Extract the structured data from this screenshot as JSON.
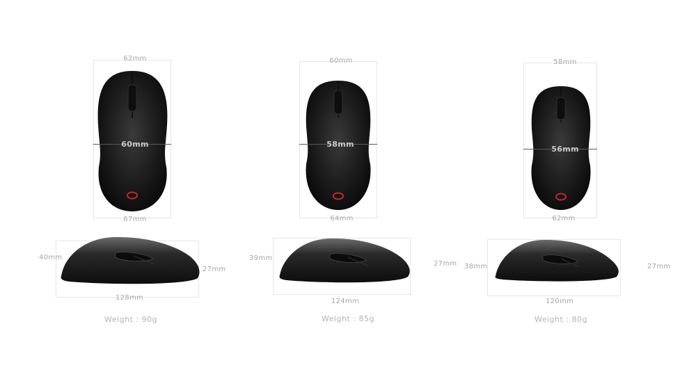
{
  "mice": [
    {
      "top_width": "62mm",
      "grip_width": "60mm",
      "bottom_width": "67mm",
      "front_height": "40mm",
      "rear_height": "27mm",
      "length": "128mm",
      "weight": "Weight : 90g"
    },
    {
      "top_width": "60mm",
      "grip_width": "58mm",
      "bottom_width": "64mm",
      "front_height": "39mm",
      "rear_height": "27mm",
      "length": "124mm",
      "weight": "Weight : 85g"
    },
    {
      "top_width": "58mm",
      "grip_width": "56mm",
      "bottom_width": "62mm",
      "front_height": "38mm",
      "rear_height": "27mm",
      "length": "120mm",
      "weight": "Weight : 80g"
    }
  ],
  "colors": {
    "mouse_body": "#1a1a1a",
    "logo": "#c0282d",
    "dimension_lines": "#e6e6e6",
    "label_text": "#a6a6a6"
  }
}
